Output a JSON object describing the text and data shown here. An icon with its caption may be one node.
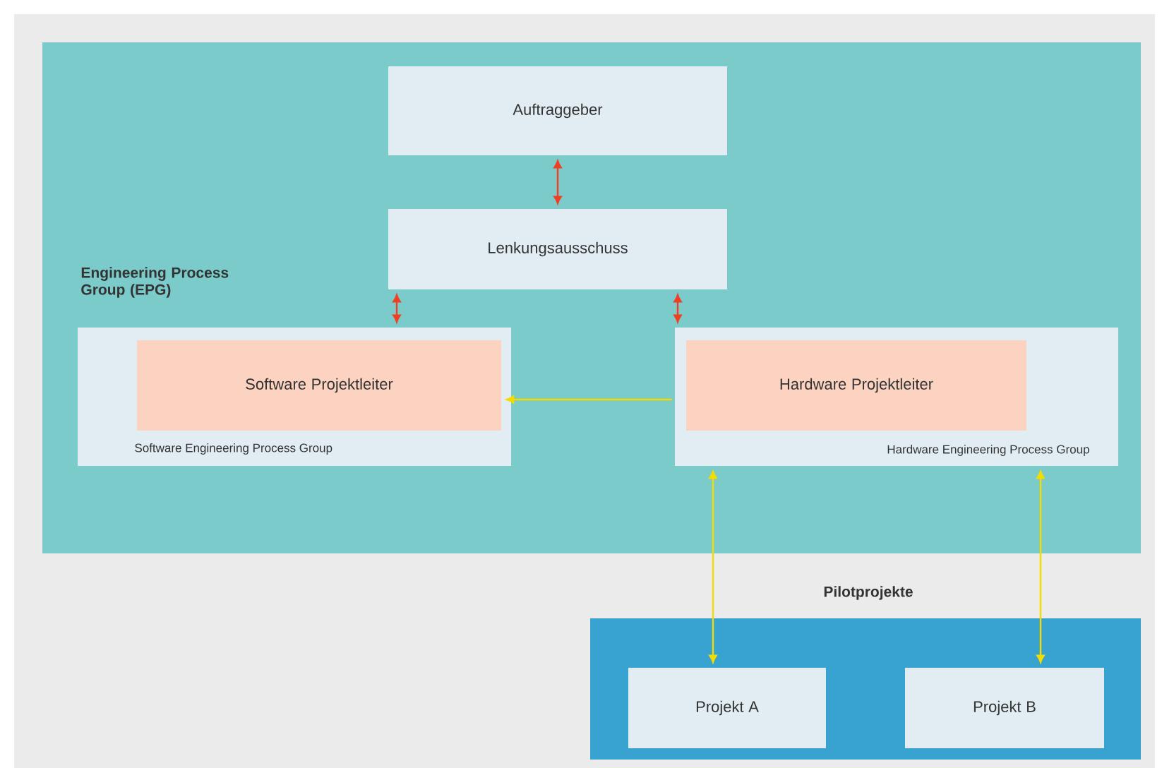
{
  "diagram": {
    "nodes": [
      {
        "text": [
          "Engineering Process Group (EPG)"
        ]
      },
      {
        "text": [
          "Auftraggeber"
        ],
        "in": 0
      },
      {
        "text": [
          "Lenkungsausschuss"
        ],
        "in": 0
      },
      {
        "text": [
          "Software Engineering Process Group"
        ],
        "in": 0
      },
      {
        "text": [
          "Software Projektleiter"
        ],
        "in": 3
      },
      {
        "text": [
          "Hardware Engineering Process Group"
        ],
        "in": 0
      },
      {
        "text": [
          "Hardware Projektleiter"
        ],
        "in": 5
      },
      {
        "text": [
          "Pilotprojekte"
        ]
      },
      {
        "text": [
          "Projekt A"
        ],
        "in": 7
      },
      {
        "text": [
          "Projekt B"
        ],
        "in": 7
      }
    ],
    "edges": [
      {
        "from": 1,
        "to": 2,
        "arrow": "both",
        "color": "#e8242b"
      },
      {
        "from": 2,
        "to": 3,
        "arrow": "both",
        "color": "#e8242b"
      },
      {
        "from": 2,
        "to": 5,
        "arrow": "both",
        "color": "#e8242b"
      },
      {
        "from": 5,
        "to": 4,
        "arrow": "to",
        "color": "#f5dc00"
      },
      {
        "from": 5,
        "to": 8,
        "arrow": "both",
        "color": "#f5dc00"
      },
      {
        "from": 5,
        "to": 9,
        "arrow": "both",
        "color": "#f5dc00"
      }
    ]
  }
}
